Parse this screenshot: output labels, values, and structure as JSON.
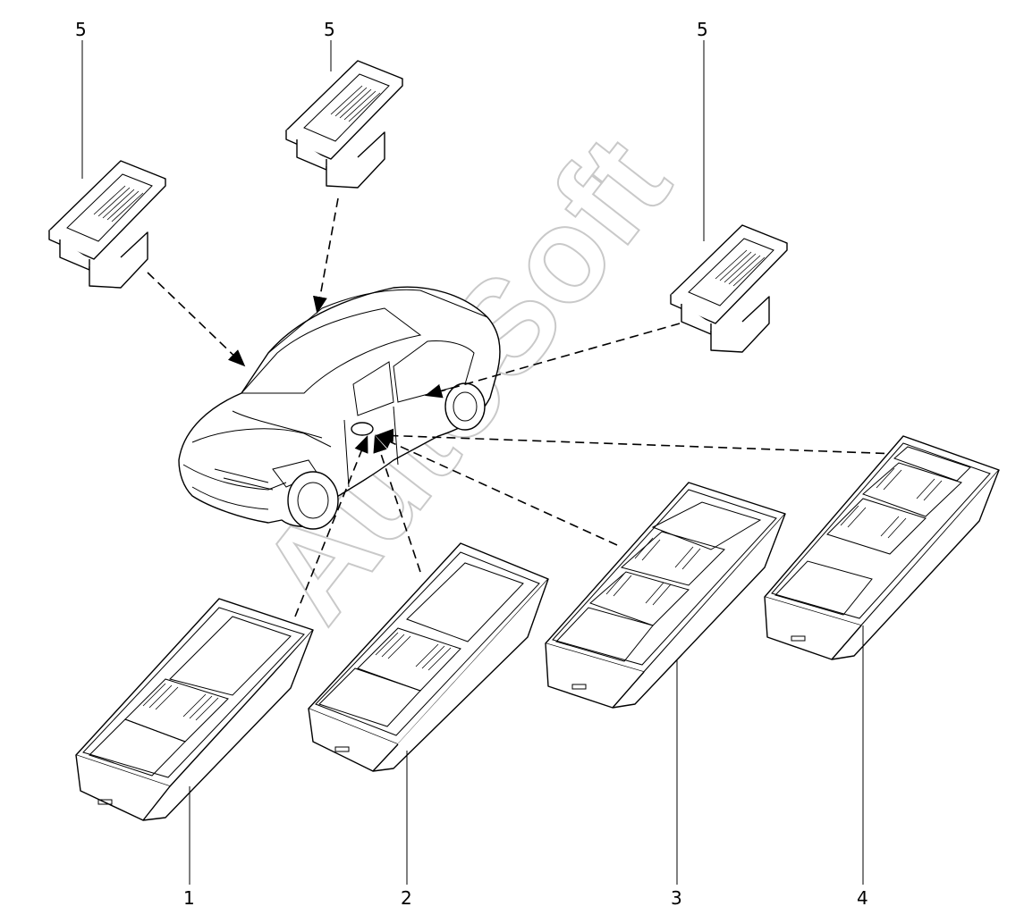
{
  "labels": {
    "switch_1": "1",
    "switch_2": "2",
    "switch_3": "3",
    "switch_4": "4",
    "small_switch_left": "5",
    "small_switch_top": "5",
    "small_switch_right": "5"
  },
  "watermark": "AutoSoft",
  "colors": {
    "line": "#000000",
    "watermark": "#c9c9c9",
    "background": "#ffffff"
  }
}
